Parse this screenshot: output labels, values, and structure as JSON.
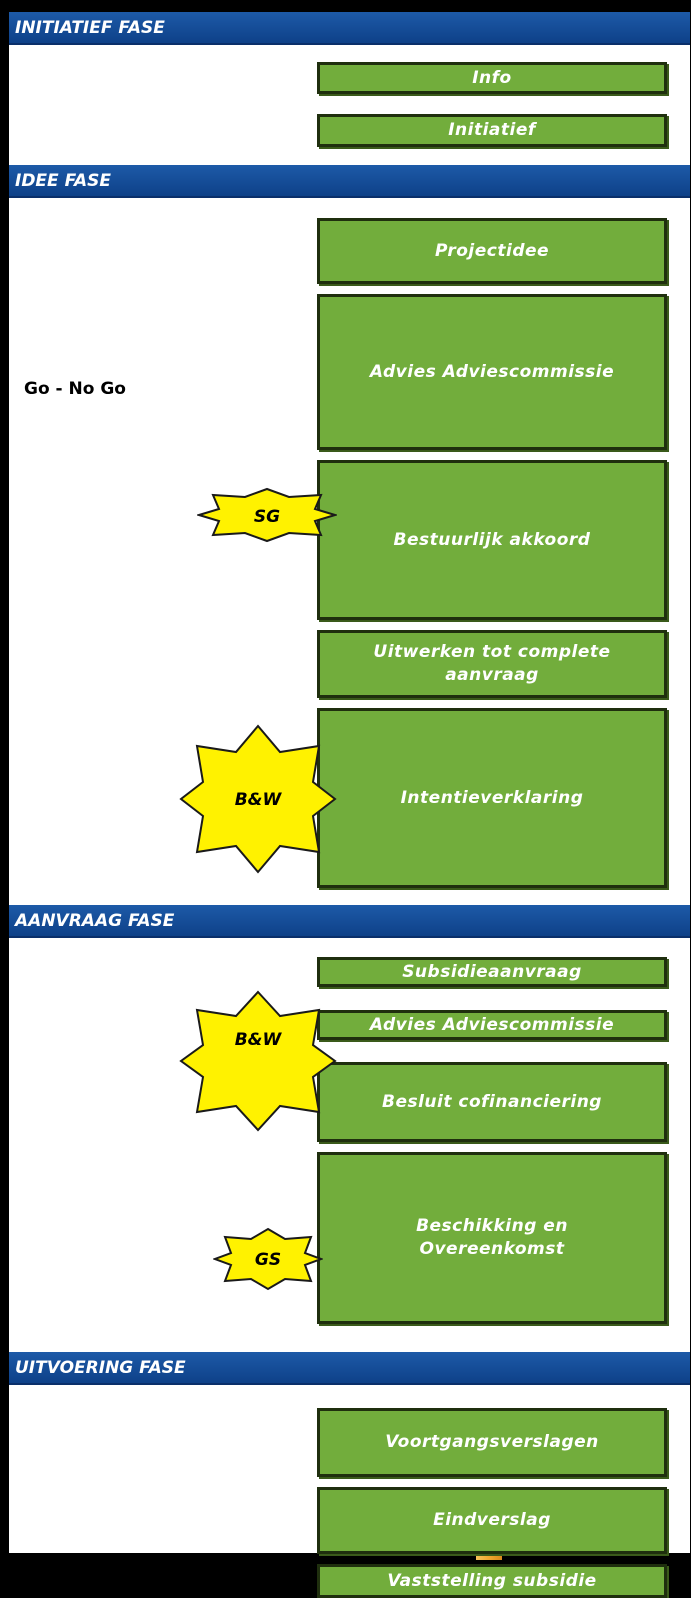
{
  "phases": [
    {
      "label": "INITIATIEF FASE"
    },
    {
      "label": "IDEE FASE"
    },
    {
      "label": "AANVRAAG FASE"
    },
    {
      "label": "UITVOERING FASE"
    }
  ],
  "steps": [
    {
      "label": "Info"
    },
    {
      "label": "Initiatief"
    },
    {
      "label": "Projectidee"
    },
    {
      "label": "Advies Adviescommissie"
    },
    {
      "label": "Bestuurlijk akkoord"
    },
    {
      "label": "Uitwerken tot complete aanvraag"
    },
    {
      "label": "Intentieverklaring"
    },
    {
      "label": "Subsidieaanvraag"
    },
    {
      "label": "Advies Adviescommissie"
    },
    {
      "label": "Besluit cofinanciering"
    },
    {
      "label": "Beschikking en Overeenkomst"
    },
    {
      "label": "Voortgangsverslagen"
    },
    {
      "label": "Eindverslag"
    },
    {
      "label": "Vaststelling subsidie"
    }
  ],
  "badges": [
    {
      "label": "SG"
    },
    {
      "label": "B&W"
    },
    {
      "label": "B&W"
    },
    {
      "label": "GS"
    }
  ],
  "side_label": "Go - No Go",
  "colors": {
    "phase_bar": "#1d5aa8",
    "step_fill": "#72ad3c",
    "arrow": "#f0a830",
    "badge": "#fff200"
  }
}
